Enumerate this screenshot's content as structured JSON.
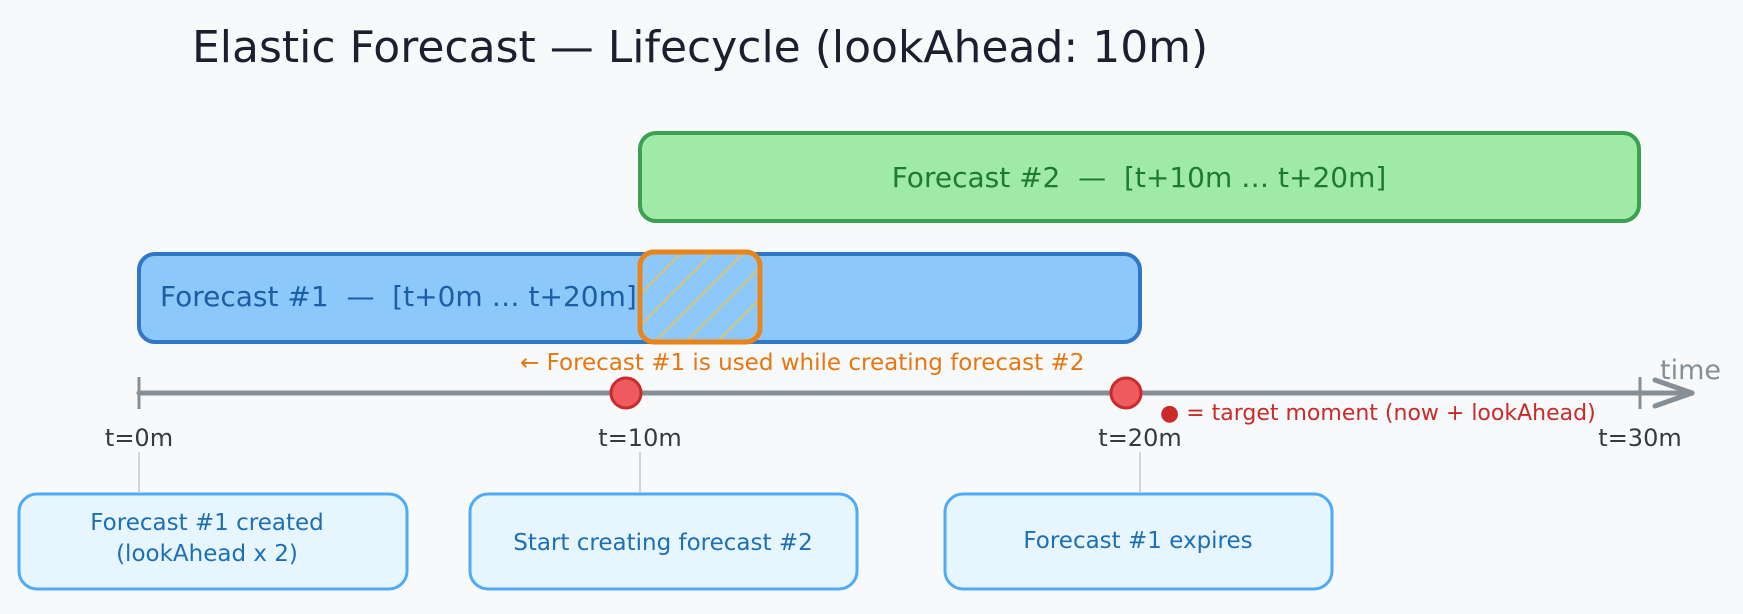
{
  "title": "Elastic Forecast — Lifecycle (lookAhead: 10m)",
  "colors": {
    "background": "#f8f9fb",
    "title": "#1e1e2e",
    "forecast1_fill": "#8dc8fb",
    "forecast1_stroke": "#2f78c8",
    "forecast1_text": "#1b5ea6",
    "forecast2_fill": "#9eeaa6",
    "forecast2_stroke": "#3aa052",
    "forecast2_text": "#1e7a33",
    "overlap_stroke": "#e8841a",
    "overlap_hatch": "#f0c24a",
    "axis": "#868e96",
    "target_fill": "#ef5a5f",
    "target_stroke": "#c92a2a",
    "note_orange": "#e8760f",
    "note_red": "#c92a2a",
    "event_fill": "#e7f5ff",
    "event_stroke": "#4dabf7",
    "event_text": "#1c6fb5",
    "tick_text": "#343a40"
  },
  "forecasts": [
    {
      "label": "Forecast #1  —  [t+0m … t+20m]",
      "start": 0,
      "end": 20
    },
    {
      "label": "Forecast #2  —  [t+10m … t+20m]",
      "start": 10,
      "end": 30
    }
  ],
  "overlap_note": "← Forecast #1 is used while creating forecast #2",
  "axis": {
    "end_label": "time",
    "ticks": [
      "t=0m",
      "t=10m",
      "t=20m",
      "t=30m"
    ]
  },
  "target_moments": [
    10,
    20
  ],
  "legend_text": "● = target moment (now + lookAhead)",
  "events": [
    {
      "lines": [
        "Forecast #1 created",
        "(lookAhead x 2)"
      ]
    },
    {
      "lines": [
        "Start creating forecast #2"
      ]
    },
    {
      "lines": [
        "Forecast #1 expires"
      ]
    }
  ]
}
